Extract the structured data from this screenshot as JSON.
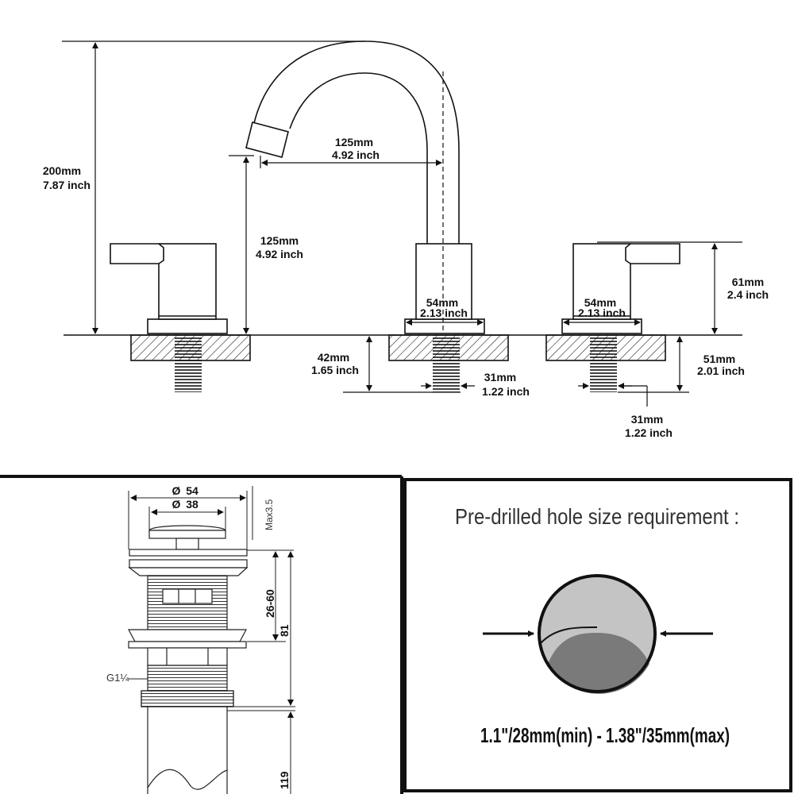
{
  "faucet_dimensions": {
    "total_height": {
      "mm": "200mm",
      "inch": "7.87 inch"
    },
    "spout_reach": {
      "mm": "125mm",
      "inch": "4.92 inch"
    },
    "spout_height": {
      "mm": "125mm",
      "inch": "4.92 inch"
    },
    "center_base_diameter": {
      "mm": "54mm",
      "inch": "2.13 inch"
    },
    "right_base_diameter": {
      "mm": "54mm",
      "inch": "2.13 inch"
    },
    "handle_height": {
      "mm": "61mm",
      "inch": "2.4 inch"
    },
    "center_shank_length": {
      "mm": "42mm",
      "inch": "1.65 inch"
    },
    "right_shank_length": {
      "mm": "51mm",
      "inch": "2.01 inch"
    },
    "center_shank_diameter": {
      "mm": "31mm",
      "inch": "1.22 inch"
    },
    "right_shank_diameter": {
      "mm": "31mm",
      "inch": "1.22 inch"
    }
  },
  "drain": {
    "outer_diameter": "54",
    "inner_diameter": "38",
    "cap_max": "Max3.5",
    "thickness_range": "26-60",
    "body_length": "81",
    "thread": "G1¼",
    "tail_length": "119",
    "diameter_symbol": "Ø"
  },
  "hole_requirement": {
    "title": "Pre-drilled hole size requirement :",
    "range": "1.1\"/28mm(min) - 1.38\"/35mm(max)"
  },
  "colors": {
    "line": "#111111",
    "hole_light": "#c4c4c4",
    "hole_dark": "#7a7a7a"
  }
}
